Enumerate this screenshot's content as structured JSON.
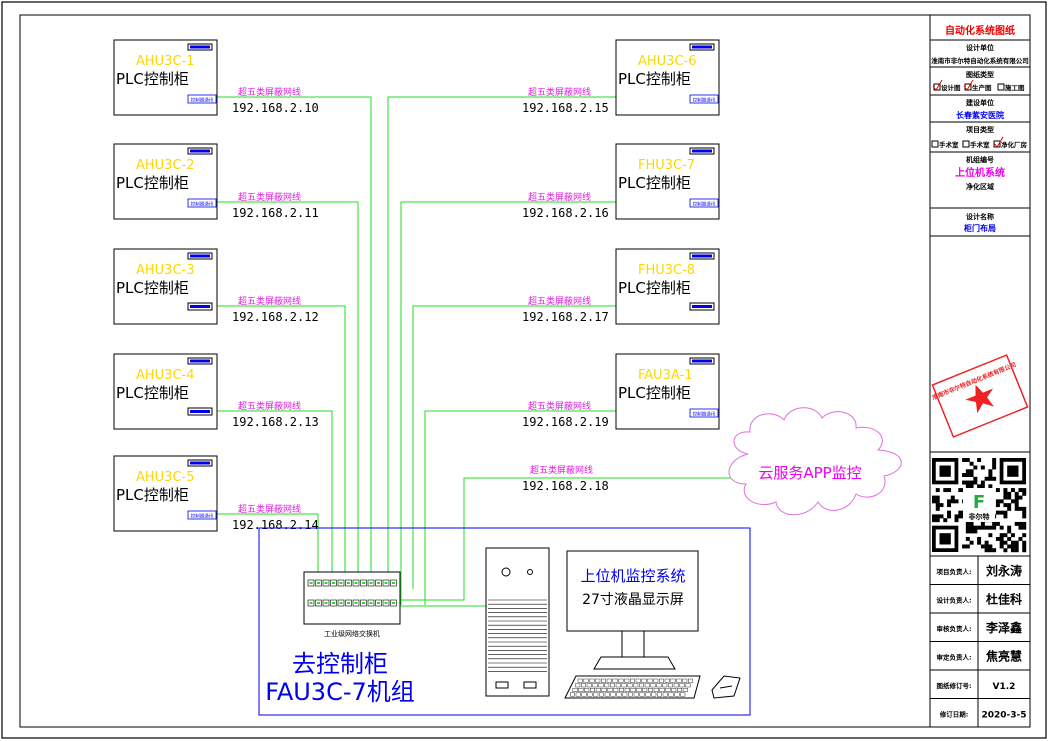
{
  "colors": {
    "wire": "#22e022",
    "cable_label": "#e020e0",
    "cabinet_code": "#ffd700",
    "accent_blue": "#0000ee",
    "title_red": "#ee0000",
    "frame": "#000000",
    "cloud": "#e070e0"
  },
  "cabinets": [
    {
      "code": "AHU3C-1",
      "name": "PLC控制柜",
      "badge": "控制器通讯",
      "cable": "超五类屏蔽网线",
      "ip": "192.168.2.10"
    },
    {
      "code": "AHU3C-2",
      "name": "PLC控制柜",
      "badge": "控制器通讯",
      "cable": "超五类屏蔽网线",
      "ip": "192.168.2.11"
    },
    {
      "code": "AHU3C-3",
      "name": "PLC控制柜",
      "badge": "",
      "cable": "超五类屏蔽网线",
      "ip": "192.168.2.12"
    },
    {
      "code": "AHU3C-4",
      "name": "PLC控制柜",
      "badge": "",
      "cable": "超五类屏蔽网线",
      "ip": "192.168.2.13"
    },
    {
      "code": "AHU3C-5",
      "name": "PLC控制柜",
      "badge": "控制器通讯",
      "cable": "超五类屏蔽网线",
      "ip": "192.168.2.14"
    },
    {
      "code": "AHU3C-6",
      "name": "PLC控制柜",
      "badge": "控制器通讯",
      "cable": "超五类屏蔽网线",
      "ip": "192.168.2.15"
    },
    {
      "code": "FHU3C-7",
      "name": "PLC控制柜",
      "badge": "控制器通讯",
      "cable": "超五类屏蔽网线",
      "ip": "192.168.2.16"
    },
    {
      "code": "FHU3C-8",
      "name": "PLC控制柜",
      "badge": "",
      "cable": "超五类屏蔽网线",
      "ip": "192.168.2.17"
    },
    {
      "code": "FAU3A-1",
      "name": "PLC控制柜",
      "badge": "控制器通讯",
      "cable": "超五类屏蔽网线",
      "ip": "192.168.2.19"
    }
  ],
  "cloud": {
    "label": "云服务APP监控",
    "cable": "超五类屏蔽网线",
    "ip": "192.168.2.18"
  },
  "switch": {
    "label": "工业级网络交换机"
  },
  "control_room": {
    "title_line1": "去控制柜",
    "title_line2": "FAU3C-7机组"
  },
  "monitor": {
    "line1": "上位机监控系统",
    "line2": "27寸液晶显示屏"
  },
  "title_block": {
    "title": "自动化系统图纸",
    "design_unit_label": "设计单位",
    "design_unit": "淮南市非尔特自动化系统有限公司",
    "drawing_type_label": "图纸类型",
    "drawing_types": [
      "设计图",
      "生产图",
      "施工图"
    ],
    "client_label": "建设单位",
    "client": "长春紫安医院",
    "project_type_label": "项目类型",
    "project_types": [
      "手术室",
      "手术室",
      "净化厂房"
    ],
    "unit_no_label": "机组编号",
    "unit_no": "上位机系统",
    "area_label": "净化区域",
    "design_name_label": "设计名称",
    "design_name": "柜门布局",
    "stamp_text": "淮南市非尔特自动化系统有限公司",
    "logo_text": "非尔特",
    "signatures": [
      {
        "role": "项目负责人:",
        "name": "刘永涛"
      },
      {
        "role": "设计负责人:",
        "name": "杜佳科"
      },
      {
        "role": "审核负责人:",
        "name": "李泽鑫"
      },
      {
        "role": "审定负责人:",
        "name": "焦亮慧"
      },
      {
        "role": "图纸修订号:",
        "name": "V1.2"
      },
      {
        "role": "修订日期:",
        "name": "2020-3-5"
      }
    ]
  }
}
